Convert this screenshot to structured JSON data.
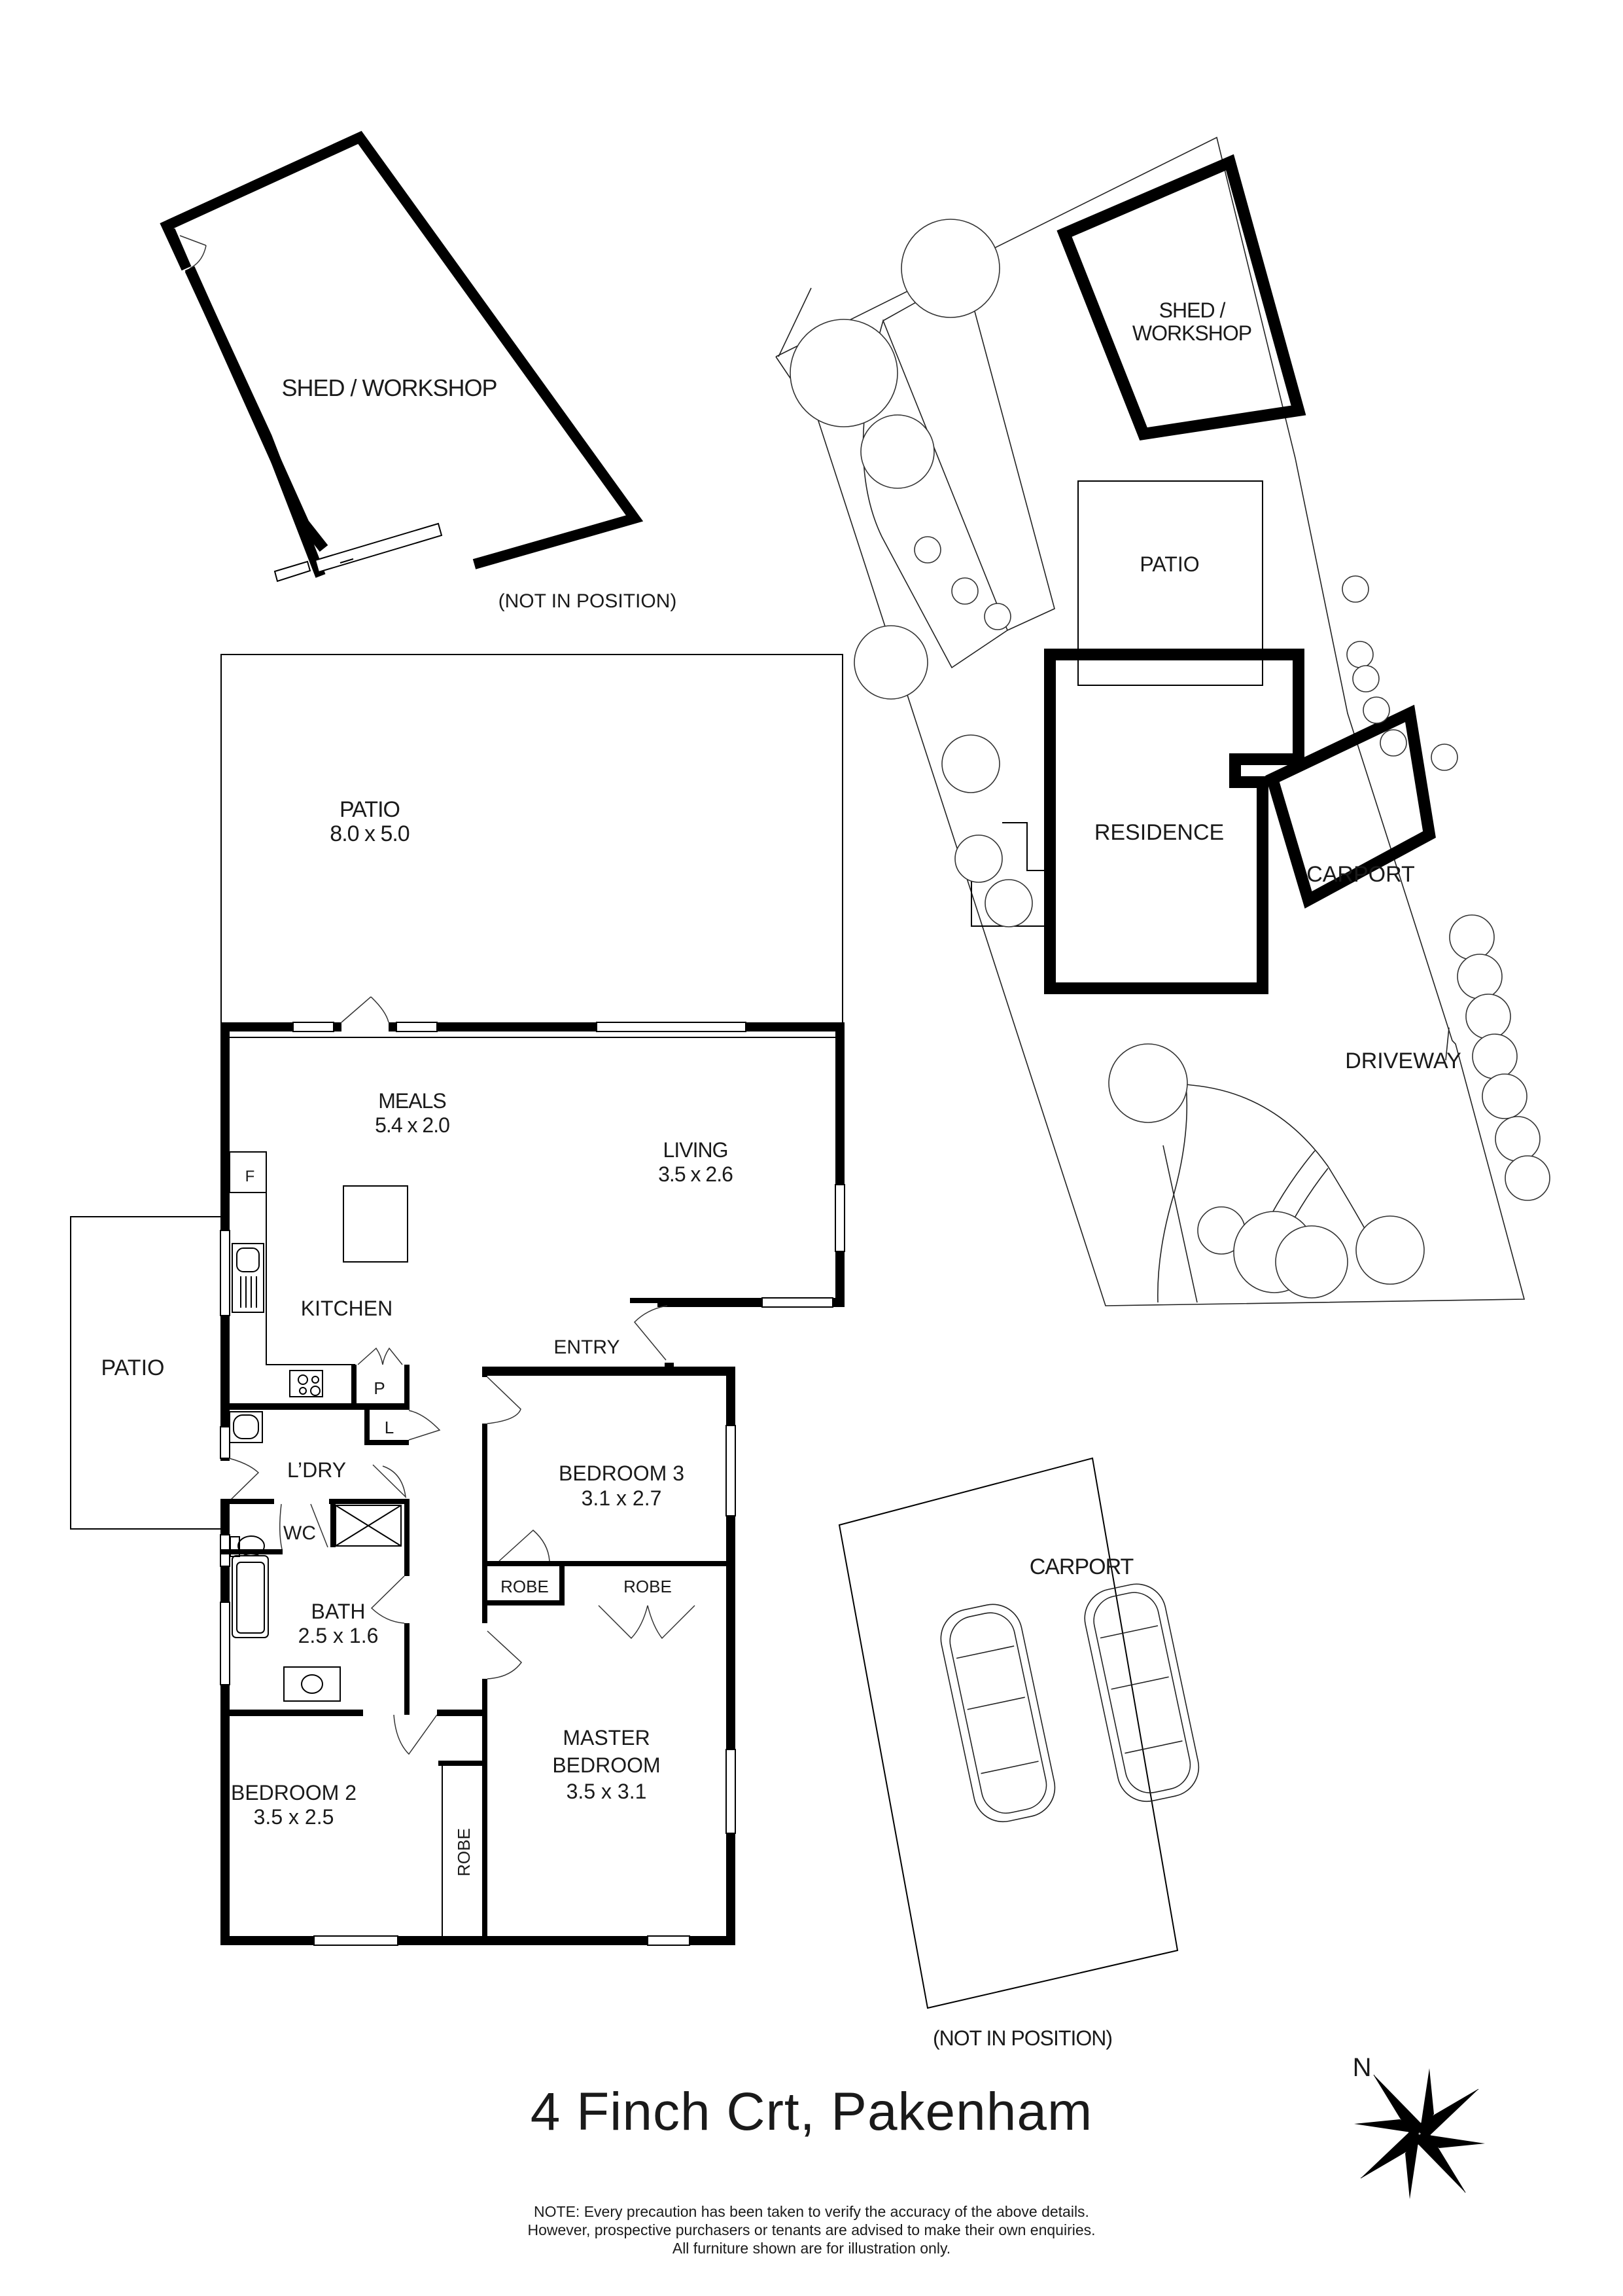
{
  "title": "4 Finch Crt, Pakenham",
  "note": {
    "line1": "NOTE: Every precaution has been taken to verify the accuracy of the above details.",
    "line2": "However, prospective purchasers or tenants are advised to make their own enquiries.",
    "line3": "All furniture shown are for illustration only."
  },
  "compass": {
    "label": "N",
    "icon": "compass-rose-icon"
  },
  "shed_plan": {
    "label": "SHED / WORKSHOP",
    "note": "(NOT IN POSITION)"
  },
  "site_plan": {
    "shed_line1": "SHED /",
    "shed_line2": "WORKSHOP",
    "patio": "PATIO",
    "residence": "RESIDENCE",
    "carport": "CARPORT",
    "driveway": "DRIVEWAY"
  },
  "carport_plan": {
    "label": "CARPORT",
    "note": "(NOT IN POSITION)",
    "vehicles": 2
  },
  "floor_plan": {
    "rooms": {
      "patio_main": {
        "name": "PATIO",
        "size": "8.0 x 5.0"
      },
      "meals": {
        "name": "MEALS",
        "size": "5.4 x 2.0"
      },
      "living": {
        "name": "LIVING",
        "size": "3.5 x 2.6"
      },
      "kitchen": {
        "name": "KITCHEN"
      },
      "fridge": {
        "name": "F"
      },
      "pantry": {
        "name": "P"
      },
      "linen": {
        "name": "L"
      },
      "patio_side": {
        "name": "PATIO"
      },
      "laundry": {
        "name": "L’DRY"
      },
      "wc": {
        "name": "WC"
      },
      "entry": {
        "name": "ENTRY"
      },
      "bedroom3": {
        "name": "BEDROOM 3",
        "size": "3.1 x 2.7"
      },
      "robe_bed3": {
        "name": "ROBE"
      },
      "robe_master": {
        "name": "ROBE"
      },
      "bath": {
        "name": "BATH",
        "size": "2.5 x 1.6"
      },
      "bedroom2": {
        "name": "BEDROOM 2",
        "size": "3.5 x 2.5"
      },
      "robe_bed2": {
        "name": "ROBE"
      },
      "master": {
        "name_line1": "MASTER",
        "name_line2": "BEDROOM",
        "size": "3.5 x 3.1"
      }
    }
  }
}
